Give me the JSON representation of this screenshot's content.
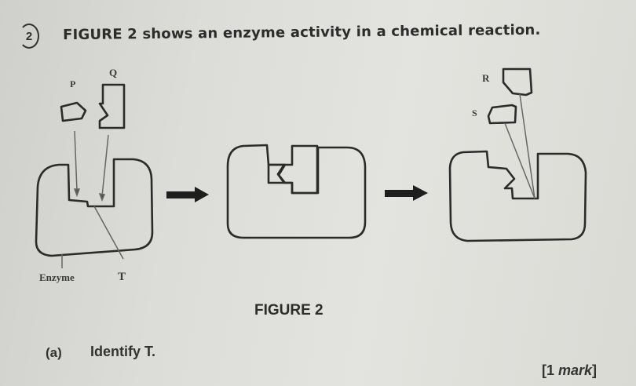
{
  "question": {
    "number": "2",
    "text": "FIGURE 2 shows an enzyme activity in a chemical reaction."
  },
  "figure": {
    "caption": "FIGURE 2",
    "labels": {
      "p": "P",
      "q": "Q",
      "r": "R",
      "s": "S",
      "t": "T",
      "enzyme": "Enzyme"
    },
    "stages": [
      "enzyme-with-substrates",
      "enzyme-substrate-complex",
      "enzyme-with-products"
    ]
  },
  "sub_question": {
    "label": "(a)",
    "text": "Identify T.",
    "marks_bracket_open": "[1 ",
    "marks_word": "mark",
    "marks_bracket_close": "]"
  }
}
